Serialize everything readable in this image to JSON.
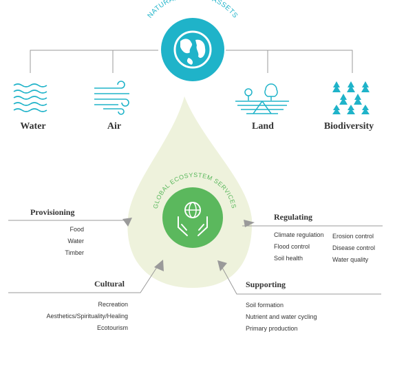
{
  "natural_capital": {
    "title": "NATURAL CAPITAL ASSETS",
    "assets": [
      {
        "label": "Water",
        "icon": "water-waves-icon"
      },
      {
        "label": "Air",
        "icon": "wind-icon"
      },
      {
        "label": "Land",
        "icon": "field-tree-icon"
      },
      {
        "label": "Biodiversity",
        "icon": "forest-trees-icon"
      }
    ],
    "globe_icon": "globe-icon"
  },
  "ecosystem_services": {
    "title": "GLOBAL ECOSYSTEM SERVICES",
    "center_icon": "hands-globe-icon",
    "provisioning": {
      "title": "Provisioning",
      "items": [
        "Food",
        "Water",
        "Timber"
      ]
    },
    "cultural": {
      "title": "Cultural",
      "items": [
        "Recreation",
        "Aesthetics/Spirituality/Healing",
        "Ecotourism"
      ]
    },
    "regulating": {
      "title": "Regulating",
      "items_col1": [
        "Climate regulation",
        "Flood control",
        "Soil health"
      ],
      "items_col2": [
        "Erosion control",
        "Disease control",
        "Water quality"
      ]
    },
    "supporting": {
      "title": "Supporting",
      "items": [
        "Soil formation",
        "Nutrient and water cycling",
        "Primary production"
      ]
    }
  },
  "colors": {
    "teal": "#1fb3c9",
    "green": "#5bb85d",
    "drop_fill": "#eef2dc",
    "line_gray": "#999999",
    "arrow_gray": "#9a9a9a",
    "text": "#333333"
  }
}
